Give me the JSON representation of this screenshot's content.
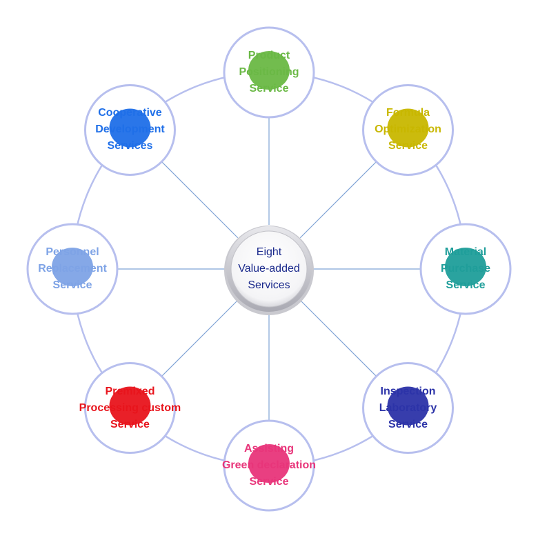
{
  "diagram": {
    "center": {
      "lines": [
        "Eight",
        "Value-added",
        "Services"
      ],
      "text_color": "#1b2a8c"
    },
    "ring_color": "#b7bfee",
    "spoke_color": "#7fa3d6",
    "nodes": [
      {
        "id": "product-positioning",
        "lines": [
          "Product",
          "Positioning",
          "Service"
        ],
        "color": "#6ab845"
      },
      {
        "id": "formula-optimization",
        "lines": [
          "Formula",
          "Optimization",
          "Service"
        ],
        "color": "#c8b700"
      },
      {
        "id": "material-purchase",
        "lines": [
          "Material",
          "Purchase",
          "Service"
        ],
        "color": "#1f9e9a"
      },
      {
        "id": "inspection-laboratory",
        "lines": [
          "Inspection",
          "Laboratory",
          "Service"
        ],
        "color": "#2c33a8"
      },
      {
        "id": "assisting-green-declaration",
        "lines": [
          "Assisting",
          "Green declaration",
          "Service"
        ],
        "color": "#e8357a"
      },
      {
        "id": "premixed-processing",
        "lines": [
          "Premixed",
          "Processing custom",
          "Service"
        ],
        "color": "#e8141c"
      },
      {
        "id": "personnel-replacement",
        "lines": [
          "Personnel",
          "Replacement",
          "Service"
        ],
        "color": "#7ea3e6"
      },
      {
        "id": "cooperative-development",
        "lines": [
          "Cooperative",
          "Development",
          "Services"
        ],
        "color": "#1f6fe8"
      }
    ]
  }
}
